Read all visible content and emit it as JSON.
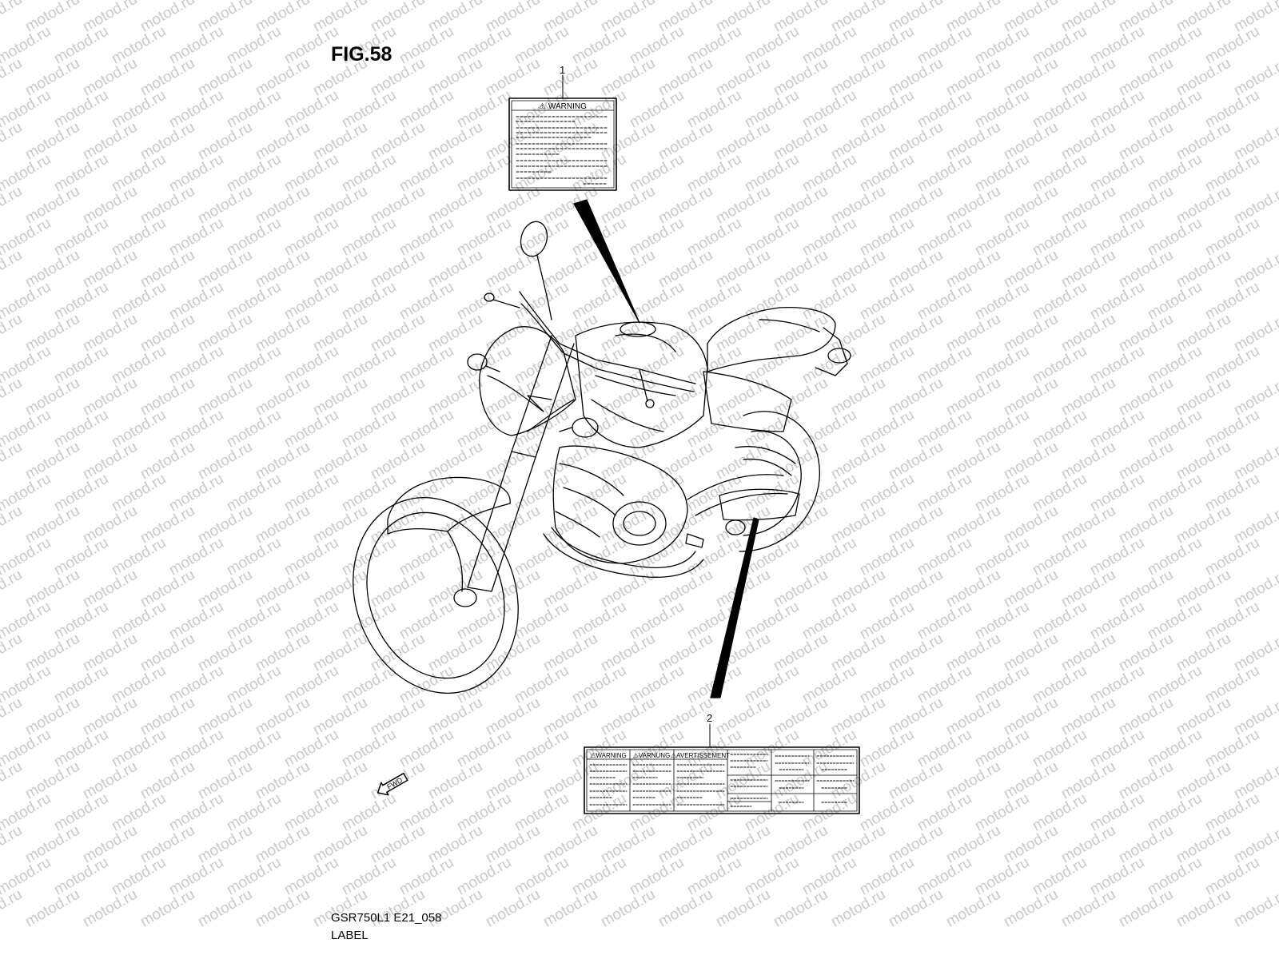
{
  "figure": {
    "title": "FIG.58",
    "code": "GSR750L1 E21_058",
    "caption": "LABEL"
  },
  "watermark": {
    "text": "motod.ru",
    "color": "#c8c8c8"
  },
  "callouts": [
    {
      "number": "1",
      "part": "warning-label"
    },
    {
      "number": "2",
      "part": "multilingual-warning-label"
    }
  ],
  "label_1": {
    "heading": "⚠ WARNING"
  },
  "label_2": {
    "headings": [
      "⚠WARNING",
      "⚠VARNUNG",
      "⚠AVERTISSEMENT"
    ]
  },
  "direction_marker": {
    "text": "FWD"
  },
  "colors": {
    "line": "#000000",
    "background": "#ffffff"
  }
}
